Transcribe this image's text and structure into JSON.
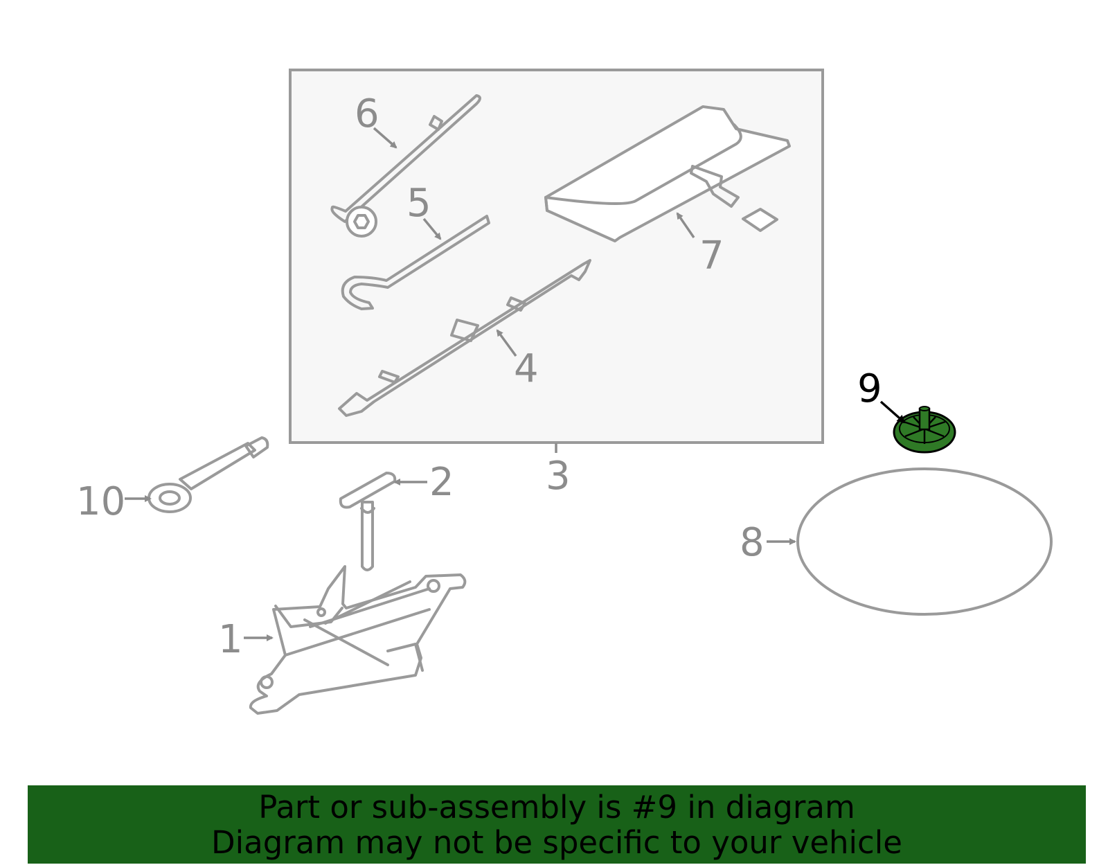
{
  "colors": {
    "banner_bg": "#186118",
    "selected_part_fill": "#2f7a26",
    "part_stroke": "#9a9a9a",
    "box_bg": "#f7f7f7",
    "callout_text": "#8c8c8c",
    "selected_callout_text": "#000000"
  },
  "callouts": {
    "c1": "1",
    "c2": "2",
    "c3": "3",
    "c4": "4",
    "c5": "5",
    "c6": "6",
    "c7": "7",
    "c8": "8",
    "c9": "9",
    "c10": "10"
  },
  "selected_part": "9",
  "banner": {
    "line1": "Part or sub-assembly is #9 in diagram",
    "line2": "Diagram may not be specific to your vehicle"
  }
}
